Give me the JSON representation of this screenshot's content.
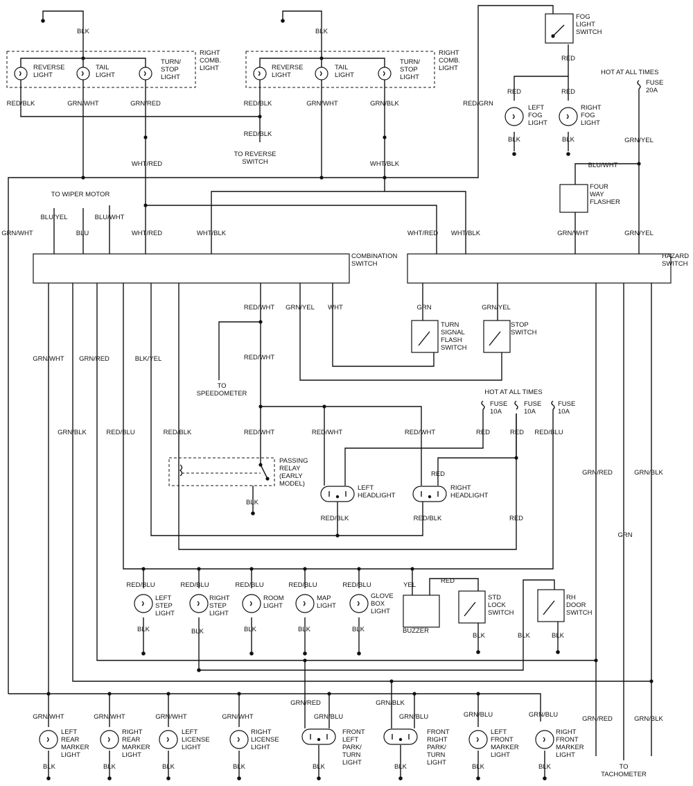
{
  "labels": {
    "top_left_blk": "BLK",
    "top_mid_blk": "BLK",
    "right_comb_light_l": [
      "RIGHT",
      "COMB.",
      "LIGHT"
    ],
    "right_comb_light_r": [
      "RIGHT",
      "COMB.",
      "LIGHT"
    ],
    "reverse_light_l": [
      "REVERSE",
      "LIGHT"
    ],
    "tail_light_l": [
      "TAIL",
      "LIGHT"
    ],
    "turn_stop_light_l": [
      "TURN/",
      "STOP",
      "LIGHT"
    ],
    "reverse_light_r": [
      "REVERSE",
      "LIGHT"
    ],
    "tail_light_r": [
      "TAIL",
      "LIGHT"
    ],
    "turn_stop_light_r": [
      "TURN/",
      "STOP",
      "LIGHT"
    ],
    "red_blk_1": "RED/BLK",
    "grn_wht_1": "GRN/WHT",
    "grn_red_1": "GRN/RED",
    "red_blk_2": "RED/BLK",
    "grn_wht_2": "GRN/WHT",
    "grn_blk_2": "GRN/BLK",
    "red_blk_3": "RED/BLK",
    "to_reverse_switch": [
      "TO REVERSE",
      "SWITCH"
    ],
    "wht_red_1": "WHT/RED",
    "wht_blk_1": "WHT/BLK",
    "red_grn": "RED/GRN",
    "fog_light_switch": [
      "FOG",
      "LIGHT",
      "SWITCH"
    ],
    "red_fog": "RED",
    "red_lf": "RED",
    "red_rf": "RED",
    "left_fog_light": [
      "LEFT",
      "FOG",
      "LIGHT"
    ],
    "right_fog_light": [
      "RIGHT",
      "FOG",
      "LIGHT"
    ],
    "blk_lf": "BLK",
    "blk_rf": "BLK",
    "hot_at_all_times_1": "HOT AT ALL TIMES",
    "fuse_20a": [
      "FUSE",
      "20A"
    ],
    "grn_yel_1": "GRN/YEL",
    "blu_wht_1": "BLU/WHT",
    "four_way_flasher": [
      "FOUR",
      "WAY",
      "FLASHER"
    ],
    "grn_wht_left": "GRN/WHT",
    "to_wiper_motor": "TO WIPER MOTOR",
    "blu_yel": "BLU/YEL",
    "blu": "BLU",
    "blu_wht_2": "BLU/WHT",
    "wht_red_2": "WHT/RED",
    "wht_blk_2": "WHT/BLK",
    "wht_red_3": "WHT/RED",
    "wht_blk_3": "WHT/BLK",
    "grn_wht_3": "GRN/WHT",
    "grn_yel_2": "GRN/YEL",
    "combination_switch": [
      "COMBINATION",
      "SWITCH"
    ],
    "hazard_switch": [
      "HAZARD",
      "SWITCH"
    ],
    "red_wht_1": "RED/WHT",
    "grn_yel_3": "GRN/YEL",
    "wht_1": "WHT",
    "grn_1": "GRN",
    "grn_yel_4": "GRN/YEL",
    "turn_signal_flash_switch": [
      "TURN",
      "SIGNAL",
      "FLASH",
      "SWITCH"
    ],
    "stop_switch": [
      "STOP",
      "SWITCH"
    ],
    "grn_wht_4": "GRN/WHT",
    "grn_red_2": "GRN/RED",
    "blk_yel": "BLK/YEL",
    "red_wht_2": "RED/WHT",
    "to_speedometer": [
      "TO",
      "SPEEDOMETER"
    ],
    "hot_at_all_times_2": "HOT AT ALL TIMES",
    "fuse_10a_1": [
      "FUSE",
      "10A"
    ],
    "fuse_10a_2": [
      "FUSE",
      "10A"
    ],
    "fuse_10a_3": [
      "FUSE",
      "10A"
    ],
    "grn_blk_3": "GRN/BLK",
    "red_blu_1": "RED/BLU",
    "red_blk_4": "RED/BLK",
    "red_wht_3": "RED/WHT",
    "red_wht_4": "RED/WHT",
    "red_wht_5": "RED/WHT",
    "red_1": "RED",
    "red_2": "RED",
    "red_blu_2": "RED/BLU",
    "passing_relay": [
      "PASSING",
      "RELAY",
      "(EARLY",
      "MODEL)"
    ],
    "blk_relay": "BLK",
    "left_headlight": [
      "LEFT",
      "HEADLIGHT"
    ],
    "right_headlight": [
      "RIGHT",
      "HEADLIGHT"
    ],
    "red_3": "RED",
    "red_blk_5": "RED/BLK",
    "red_blk_6": "RED/BLK",
    "red_4": "RED",
    "grn_red_3": "GRN/RED",
    "grn_blk_4": "GRN/BLK",
    "grn_2": "GRN",
    "red_blu_step_l": "RED/BLU",
    "red_blu_step_r": "RED/BLU",
    "red_blu_room": "RED/BLU",
    "red_blu_map": "RED/BLU",
    "red_blu_glove": "RED/BLU",
    "yel": "YEL",
    "red_5": "RED",
    "left_step_light": [
      "LEFT",
      "STEP",
      "LIGHT"
    ],
    "right_step_light": [
      "RIGHT",
      "STEP",
      "LIGHT"
    ],
    "room_light": [
      "ROOM",
      "LIGHT"
    ],
    "map_light": [
      "MAP",
      "LIGHT"
    ],
    "glove_box_light": [
      "GLOVE",
      "BOX",
      "LIGHT"
    ],
    "buzzer": "BUZZER",
    "std_lock_switch": [
      "STD",
      "LOCK",
      "SWITCH"
    ],
    "rh_door_switch": [
      "RH",
      "DOOR",
      "SWITCH"
    ],
    "blk_step_l": "BLK",
    "blk_step_r": "BLK",
    "blk_room": "BLK",
    "blk_map": "BLK",
    "blk_glove": "BLK",
    "blk_lock": "BLK",
    "blk_door_l": "BLK",
    "blk_door_r": "BLK",
    "grn_wht_lrm": "GRN/WHT",
    "grn_wht_rrm": "GRN/WHT",
    "grn_wht_llic": "GRN/WHT",
    "grn_wht_rlic": "GRN/WHT",
    "grn_red_flp": "GRN/RED",
    "grn_blu_flp": "GRN/BLU",
    "grn_blk_frp": "GRN/BLK",
    "grn_blu_frp": "GRN/BLU",
    "grn_blu_lfm": "GRN/BLU",
    "grn_blu_rfm": "GRN/BLU",
    "grn_red_4": "GRN/RED",
    "grn_blk_5": "GRN/BLK",
    "left_rear_marker": [
      "LEFT",
      "REAR",
      "MARKER",
      "LIGHT"
    ],
    "right_rear_marker": [
      "RIGHT",
      "REAR",
      "MARKER",
      "LIGHT"
    ],
    "left_license": [
      "LEFT",
      "LICENSE",
      "LIGHT"
    ],
    "right_license": [
      "RIGHT",
      "LICENSE",
      "LIGHT"
    ],
    "front_left_park": [
      "FRONT",
      "LEFT",
      "PARK/",
      "TURN",
      "LIGHT"
    ],
    "front_right_park": [
      "FRONT",
      "RIGHT",
      "PARK/",
      "TURN",
      "LIGHT"
    ],
    "left_front_marker": [
      "LEFT",
      "FRONT",
      "MARKER",
      "LIGHT"
    ],
    "right_front_marker": [
      "RIGHT",
      "FRONT",
      "MARKER",
      "LIGHT"
    ],
    "blk_b1": "BLK",
    "blk_b2": "BLK",
    "blk_b3": "BLK",
    "blk_b4": "BLK",
    "blk_b5": "BLK",
    "blk_b6": "BLK",
    "blk_b7": "BLK",
    "blk_b8": "BLK",
    "to_tachometer": [
      "TO",
      "TACHOMETER"
    ]
  }
}
